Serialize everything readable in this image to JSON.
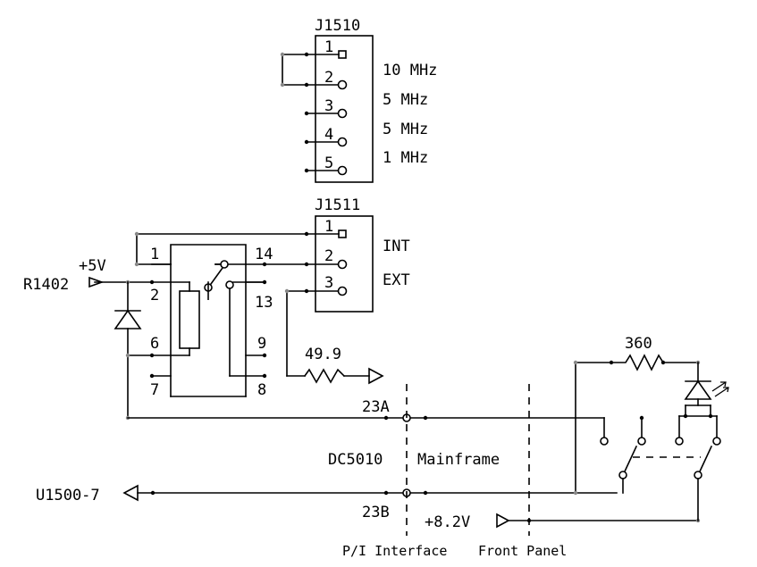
{
  "connectors": {
    "j1510": {
      "name": "J1510",
      "pins": [
        "1",
        "2",
        "3",
        "4",
        "5"
      ]
    },
    "j1511": {
      "name": "J1511",
      "pins": [
        "1",
        "2",
        "3"
      ]
    }
  },
  "frequencies": [
    "10 MHz",
    "5 MHz",
    "5 MHz",
    "1 MHz"
  ],
  "signals": {
    "int": "INT",
    "ext": "EXT"
  },
  "relay_pins": [
    "1",
    "2",
    "6",
    "7",
    "14",
    "13",
    "9",
    "8"
  ],
  "components": {
    "r1402": "R1402",
    "plus5v": "+5V",
    "r_49_9": "49.9",
    "r_360": "360",
    "u1500": "U1500-7",
    "plus8v2": "+8.2V"
  },
  "nodes": {
    "n23a": "23A",
    "n23b": "23B"
  },
  "sections": {
    "dc5010": "DC5010",
    "mainframe": "Mainframe",
    "pi_interface": "P/I Interface",
    "front_panel": "Front Panel"
  }
}
